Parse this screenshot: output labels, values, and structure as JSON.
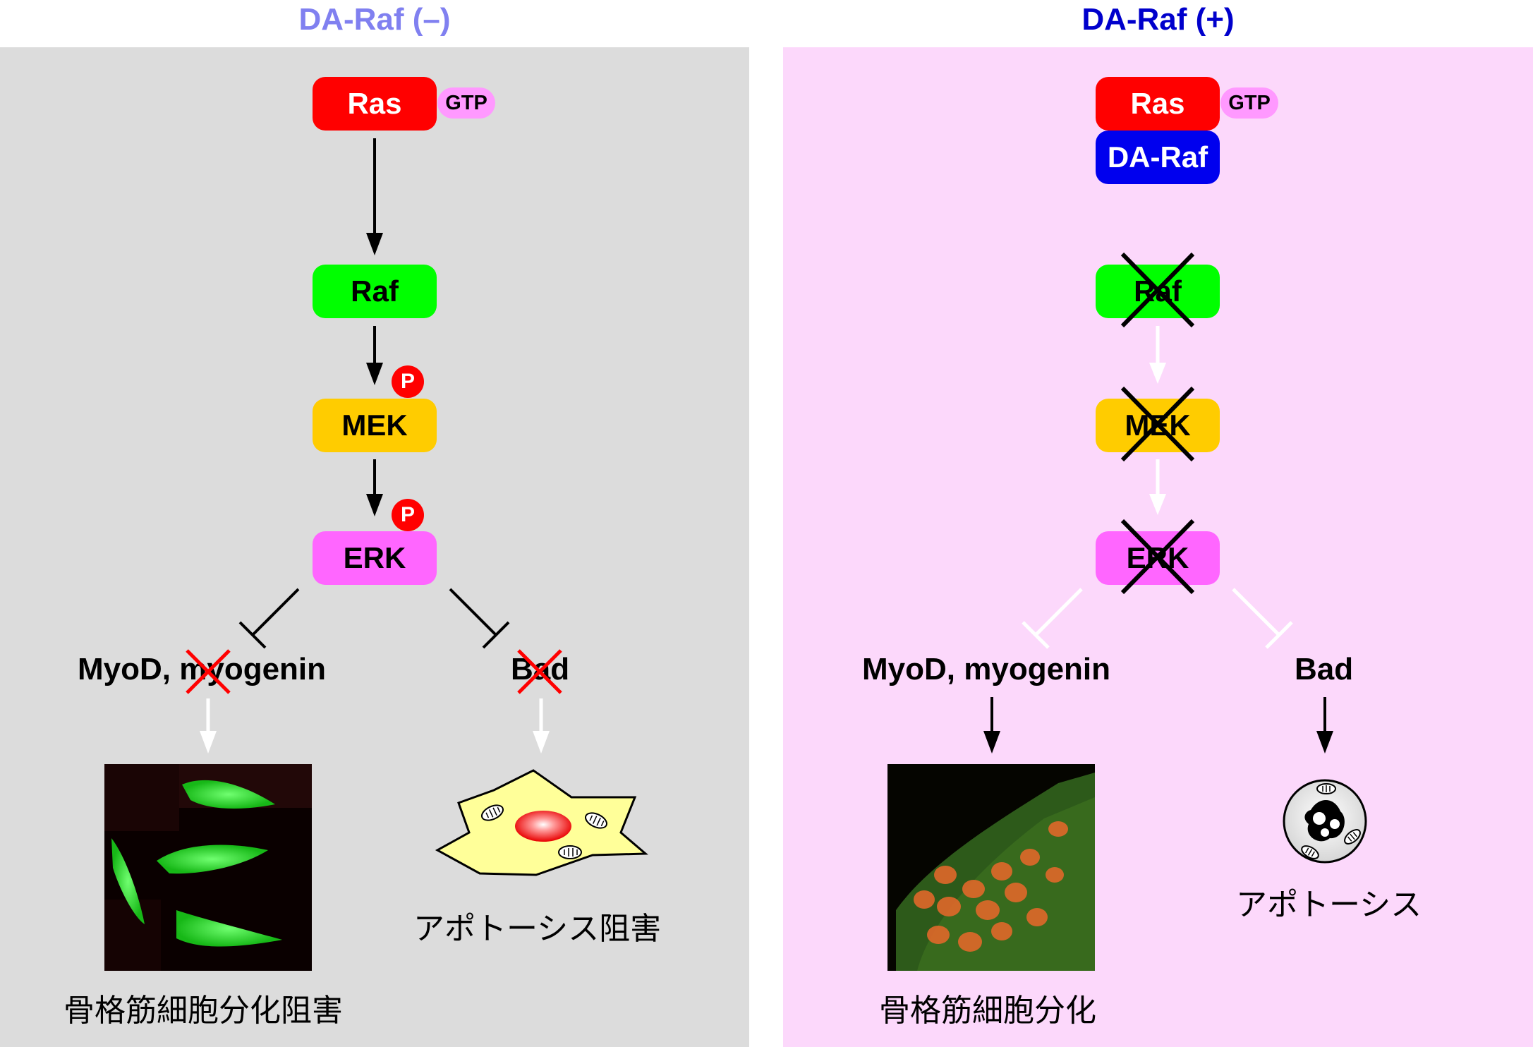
{
  "left": {
    "title": "DA-Raf (–)",
    "title_color": "#8080f0",
    "background": "#dcdcdc",
    "ras": "Ras",
    "gtp": "GTP",
    "raf": "Raf",
    "mek": "MEK",
    "erk": "ERK",
    "phospho": "P",
    "target1": "MyoD, myogenin",
    "target2": "Bad",
    "outcome1": "骨格筋細胞分化阻害",
    "outcome2": "アポトーシス阻害"
  },
  "right": {
    "title": "DA-Raf (+)",
    "title_color": "#0000cc",
    "background": "#fcd8fb",
    "ras": "Ras",
    "gtp": "GTP",
    "daraf": "DA-Raf",
    "raf": "Raf",
    "mek": "MEK",
    "erk": "ERK",
    "target1": "MyoD, myogenin",
    "target2": "Bad",
    "outcome1": "骨格筋細胞分化",
    "outcome2": "アポトーシス"
  },
  "colors": {
    "ras": "#ff0000",
    "raf": "#00ff00",
    "mek": "#ffcc00",
    "erk": "#ff66ff",
    "daraf": "#0000ee",
    "gtp": "#ff99ff",
    "cross_red": "#ff0000",
    "cross_black": "#000000"
  }
}
